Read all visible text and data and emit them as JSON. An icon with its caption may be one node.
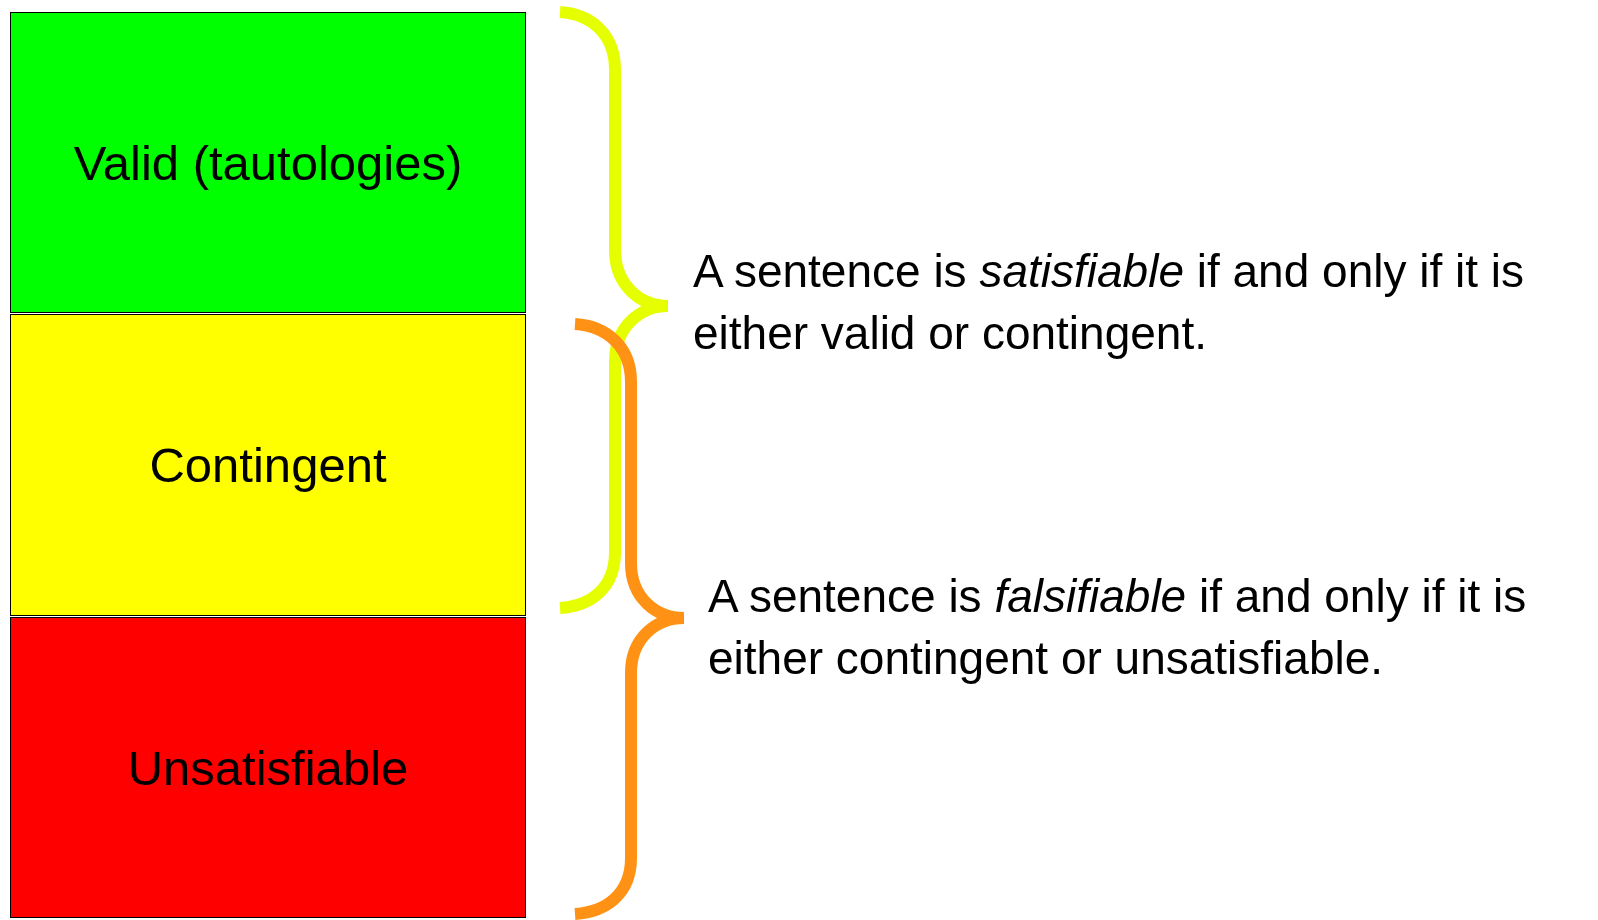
{
  "diagram": {
    "nodes": [
      {
        "text": [
          "Valid (tautologies)"
        ]
      },
      {
        "text": [
          "Contingent"
        ]
      },
      {
        "text": [
          "Unsatisfiable"
        ]
      }
    ],
    "labels": [
      "A sentence is *satisfiable* if and only if it is either valid or contingent.",
      "A sentence is *falsifiable* if and only if it is either contingent or unsatisfiable."
    ]
  }
}
